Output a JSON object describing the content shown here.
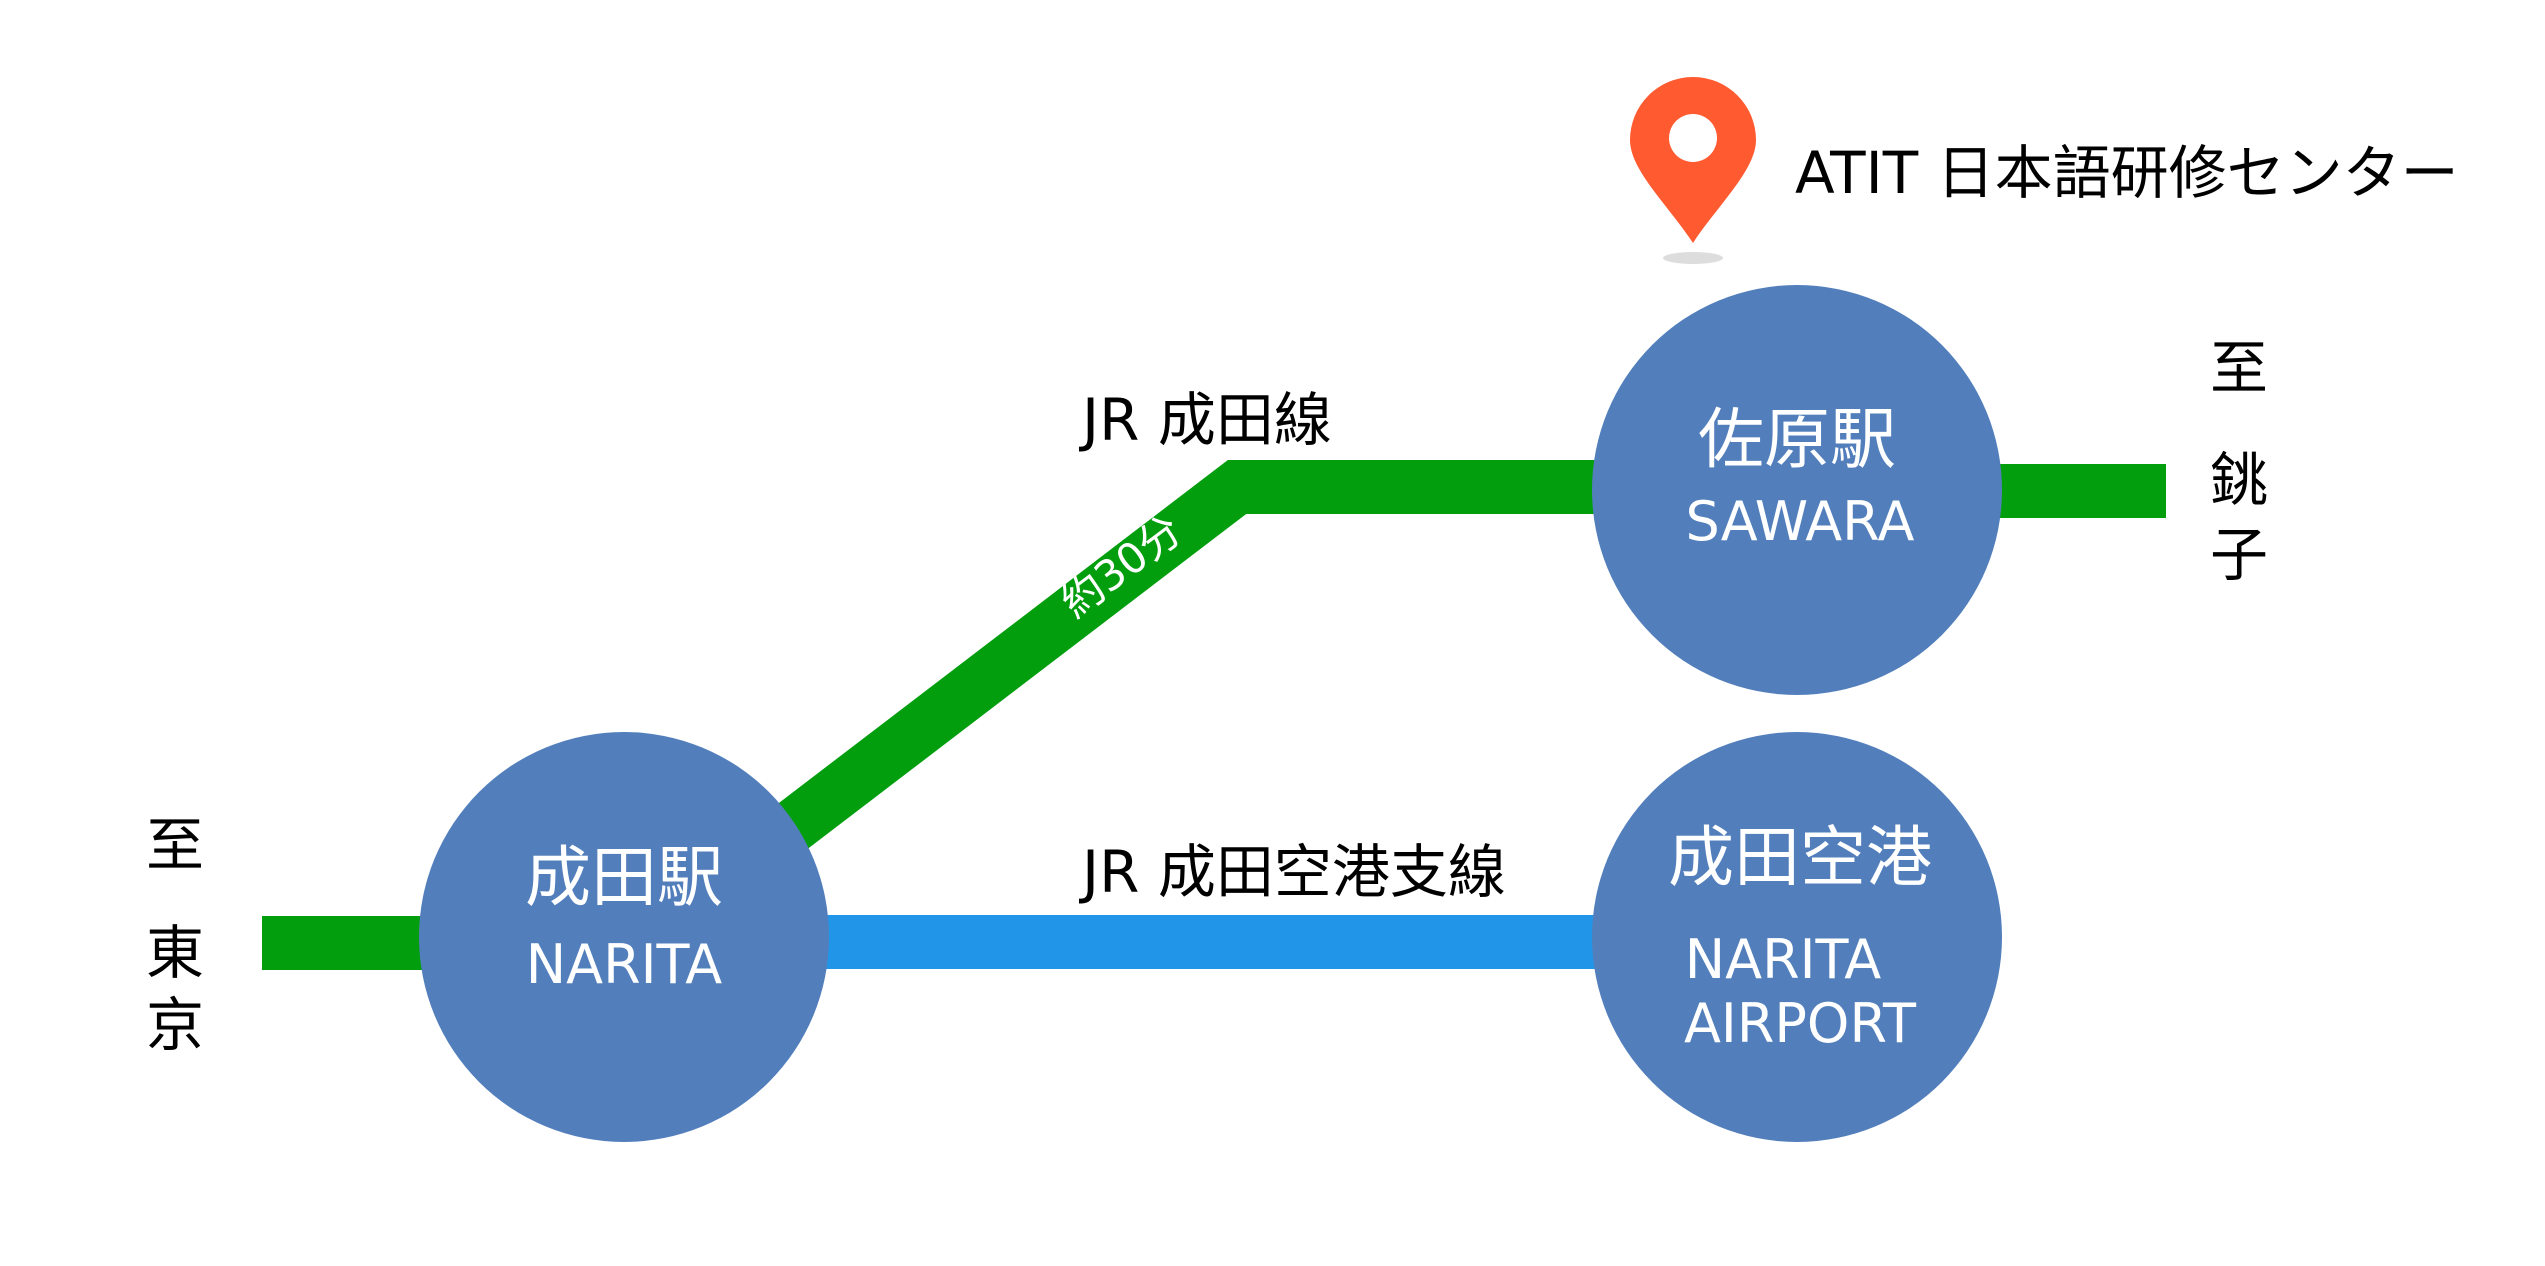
{
  "colors": {
    "narita_line": "#029e0d",
    "airport_branch": "#2196e8",
    "station_fill": "#527fbc",
    "pin": "#ff5a30",
    "text_dark": "#000000",
    "text_light": "#ffffff"
  },
  "destination": {
    "name": "ATIT 日本語研修センター",
    "icon": "map-pin-icon"
  },
  "lines": {
    "narita_line_label": "JR 成田線",
    "travel_time": "約30分",
    "airport_branch_label": "JR 成田空港支線"
  },
  "terminals": {
    "tokyo": [
      "至",
      "東",
      "京"
    ],
    "choshi": [
      "至",
      "銚",
      "子"
    ]
  },
  "stations": {
    "sawara": {
      "name_jp": "佐原駅",
      "name_en": "SAWARA"
    },
    "narita": {
      "name_jp": "成田駅",
      "name_en": "NARITA"
    },
    "airport": {
      "name_jp": "成田空港",
      "name_en_line1": "NARITA",
      "name_en_line2": "AIRPORT"
    }
  }
}
